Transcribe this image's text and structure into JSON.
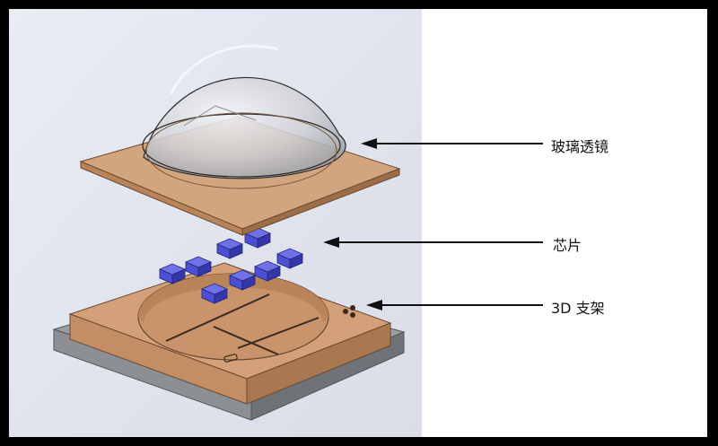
{
  "labels": {
    "lens": "玻璃透镜",
    "chip": "芯片",
    "bracket": "3D 支架"
  },
  "colors": {
    "frame": "#000000",
    "background": "#ffffff",
    "viewport_bg": "#dfe3ee",
    "copper": "#d4a07a",
    "copper_dark": "#a87850",
    "chip_blue": "#4b4fd2",
    "base_gray": "#8f9398",
    "dome_gray": "#c9cbd0",
    "line": "#111111"
  },
  "chips_count": 8
}
